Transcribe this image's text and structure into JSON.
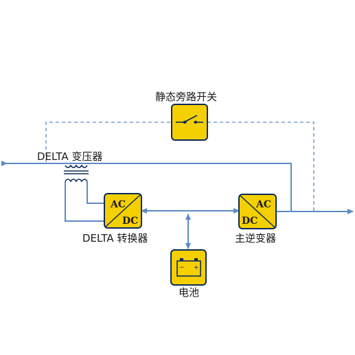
{
  "labels": {
    "bypass_switch": "静态旁路开关",
    "delta_transformer": "DELTA 变压器",
    "delta_converter": "DELTA 转换器",
    "main_inverter": "主逆变器",
    "battery": "电池"
  },
  "converter_box": {
    "top": "AC",
    "bottom": "DC"
  },
  "inverter_box": {
    "top": "AC",
    "bottom": "DC"
  },
  "battery_box": {
    "minus": "−",
    "plus": "+"
  },
  "colors": {
    "line": "#5b8ac4",
    "box_fill": "#f5d000",
    "box_stroke": "#0d2a5c"
  }
}
